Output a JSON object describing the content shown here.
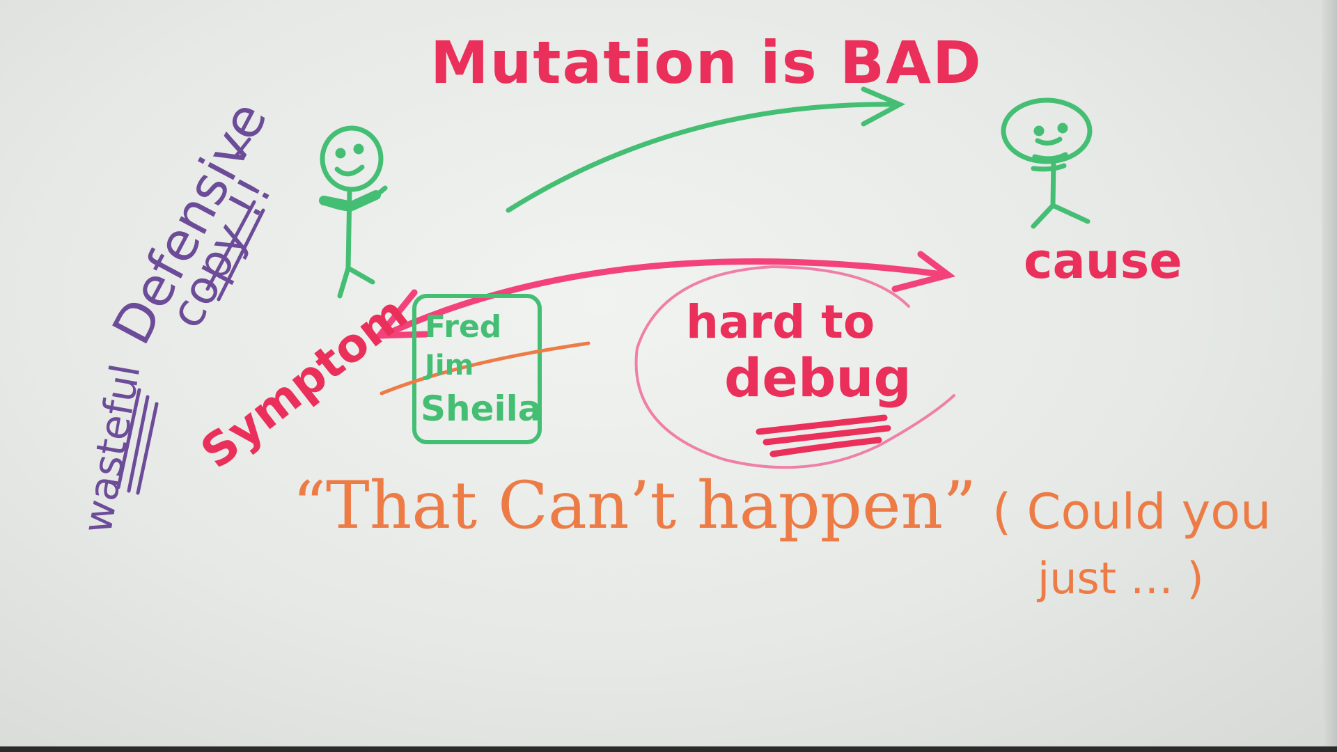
{
  "board": {
    "title": "Mutation is BAD",
    "cause_label": "cause",
    "symptom_label": "Symptom",
    "hard_label": "hard to",
    "debug_label": "debug",
    "names": [
      "Fred",
      "Jim",
      "Sheila"
    ],
    "quote": "“That Can’t happen”",
    "aside_line1": "( Could you",
    "aside_line2": "just … )",
    "defensive_label": "Defensive",
    "copy_label": "copy !!",
    "wasteful_label": "wasteful"
  },
  "colors": {
    "red": "#ea2f5a",
    "green": "#44be73",
    "orange": "#ed7b45",
    "purple": "#6c4b98",
    "board": "#eceeec"
  },
  "icons": [
    "stick-figure-symptom-icon",
    "stick-figure-cause-icon",
    "name-box-icon"
  ]
}
